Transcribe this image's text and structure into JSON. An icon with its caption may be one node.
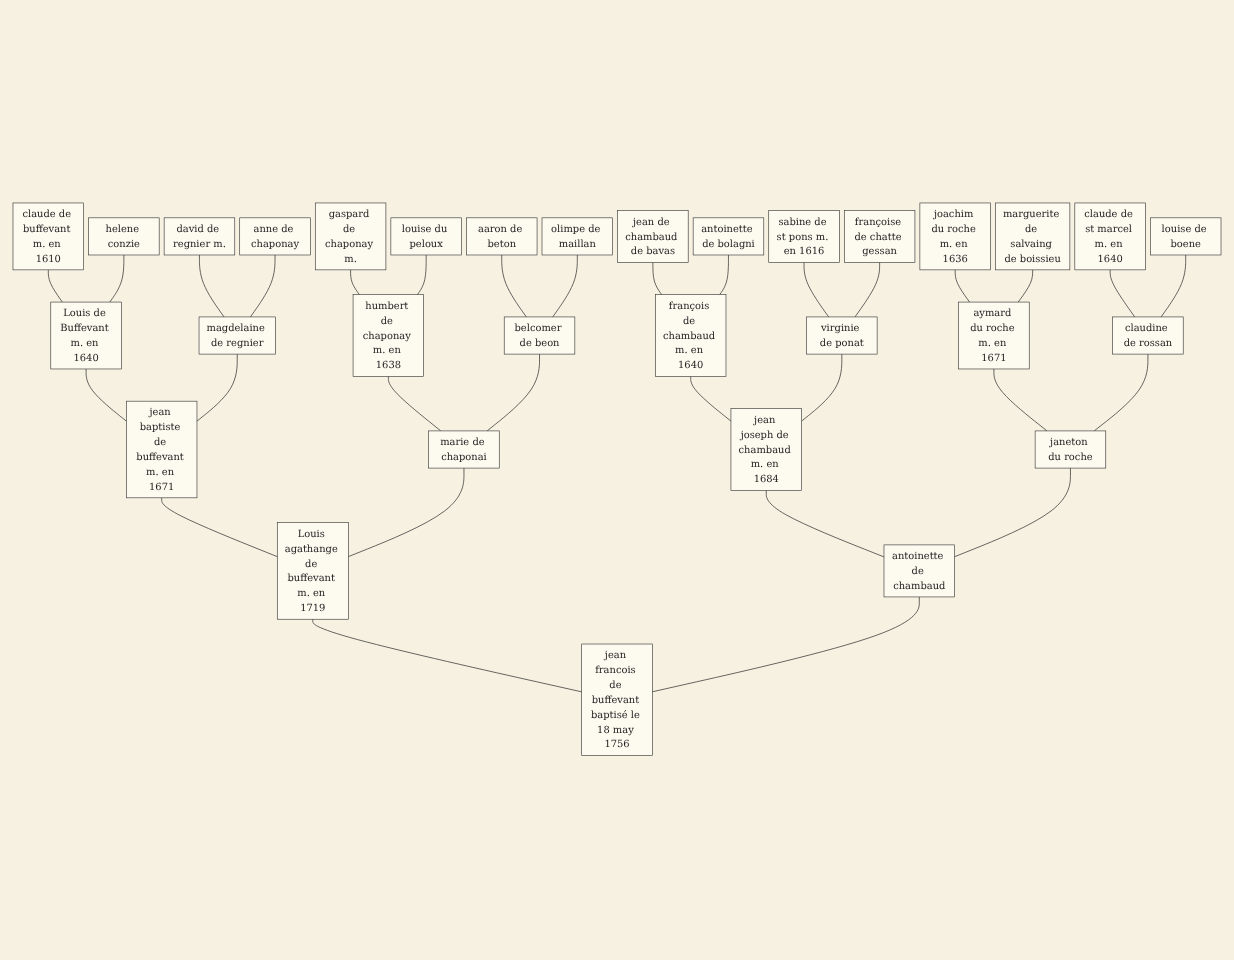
{
  "diagram": {
    "nodes": [
      {
        "text": [
          "claude de buffevant m. en 1610"
        ]
      },
      {
        "text": [
          "helene conzie"
        ]
      },
      {
        "text": [
          "david de regnier m."
        ]
      },
      {
        "text": [
          "anne de chaponay"
        ]
      },
      {
        "text": [
          "gaspard de chaponay m."
        ]
      },
      {
        "text": [
          "louise du peloux"
        ]
      },
      {
        "text": [
          "aaron de beton"
        ]
      },
      {
        "text": [
          "olimpe de maillan"
        ]
      },
      {
        "text": [
          "jean de chambaud de bavas"
        ]
      },
      {
        "text": [
          "antoinette de bolagni"
        ]
      },
      {
        "text": [
          "sabine de st pons m. en 1616"
        ]
      },
      {
        "text": [
          "françoise de chatte gessan"
        ]
      },
      {
        "text": [
          "joachim du roche m. en 1636"
        ]
      },
      {
        "text": [
          "marguerite de salvaing de boissieu"
        ]
      },
      {
        "text": [
          "claude de st marcel m. en 1640"
        ]
      },
      {
        "text": [
          "louise de boene"
        ]
      },
      {
        "text": [
          "Louis de Buffevant m. en 1640"
        ]
      },
      {
        "text": [
          "magdelaine de regnier"
        ]
      },
      {
        "text": [
          "humbert de chaponay m. en 1638"
        ]
      },
      {
        "text": [
          "belcomer de beon"
        ]
      },
      {
        "text": [
          "françois de chambaud m. en 1640"
        ]
      },
      {
        "text": [
          "virginie de ponat"
        ]
      },
      {
        "text": [
          "aymard du roche m. en 1671"
        ]
      },
      {
        "text": [
          "claudine de rossan"
        ]
      },
      {
        "text": [
          "jean baptiste de buffevant m. en 1671"
        ]
      },
      {
        "text": [
          "marie de chaponai"
        ]
      },
      {
        "text": [
          "jean joseph de chambaud m. en 1684"
        ]
      },
      {
        "text": [
          "janeton du roche"
        ]
      },
      {
        "text": [
          "Louis agathange de buffevant m. en 1719"
        ]
      },
      {
        "text": [
          "antoinette de chambaud"
        ]
      },
      {
        "text": [
          "jean francois de buffevant baptisé le 18 may 1756"
        ]
      }
    ],
    "edges": [
      {
        "from": 0,
        "to": 16,
        "arrow": "none"
      },
      {
        "from": 1,
        "to": 16,
        "arrow": "none"
      },
      {
        "from": 2,
        "to": 17,
        "arrow": "none"
      },
      {
        "from": 3,
        "to": 17,
        "arrow": "none"
      },
      {
        "from": 4,
        "to": 18,
        "arrow": "none"
      },
      {
        "from": 5,
        "to": 18,
        "arrow": "none"
      },
      {
        "from": 6,
        "to": 19,
        "arrow": "none"
      },
      {
        "from": 7,
        "to": 19,
        "arrow": "none"
      },
      {
        "from": 8,
        "to": 20,
        "arrow": "none"
      },
      {
        "from": 9,
        "to": 20,
        "arrow": "none"
      },
      {
        "from": 10,
        "to": 21,
        "arrow": "none"
      },
      {
        "from": 11,
        "to": 21,
        "arrow": "none"
      },
      {
        "from": 12,
        "to": 22,
        "arrow": "none"
      },
      {
        "from": 13,
        "to": 22,
        "arrow": "none"
      },
      {
        "from": 14,
        "to": 23,
        "arrow": "none"
      },
      {
        "from": 15,
        "to": 23,
        "arrow": "none"
      },
      {
        "from": 16,
        "to": 24,
        "arrow": "none"
      },
      {
        "from": 17,
        "to": 24,
        "arrow": "none"
      },
      {
        "from": 18,
        "to": 25,
        "arrow": "none"
      },
      {
        "from": 19,
        "to": 25,
        "arrow": "none"
      },
      {
        "from": 20,
        "to": 26,
        "arrow": "none"
      },
      {
        "from": 21,
        "to": 26,
        "arrow": "none"
      },
      {
        "from": 22,
        "to": 27,
        "arrow": "none"
      },
      {
        "from": 23,
        "to": 27,
        "arrow": "none"
      },
      {
        "from": 24,
        "to": 28,
        "arrow": "none"
      },
      {
        "from": 25,
        "to": 28,
        "arrow": "none"
      },
      {
        "from": 26,
        "to": 29,
        "arrow": "none"
      },
      {
        "from": 27,
        "to": 29,
        "arrow": "none"
      },
      {
        "from": 28,
        "to": 30,
        "arrow": "none"
      },
      {
        "from": 29,
        "to": 30,
        "arrow": "none"
      }
    ]
  }
}
